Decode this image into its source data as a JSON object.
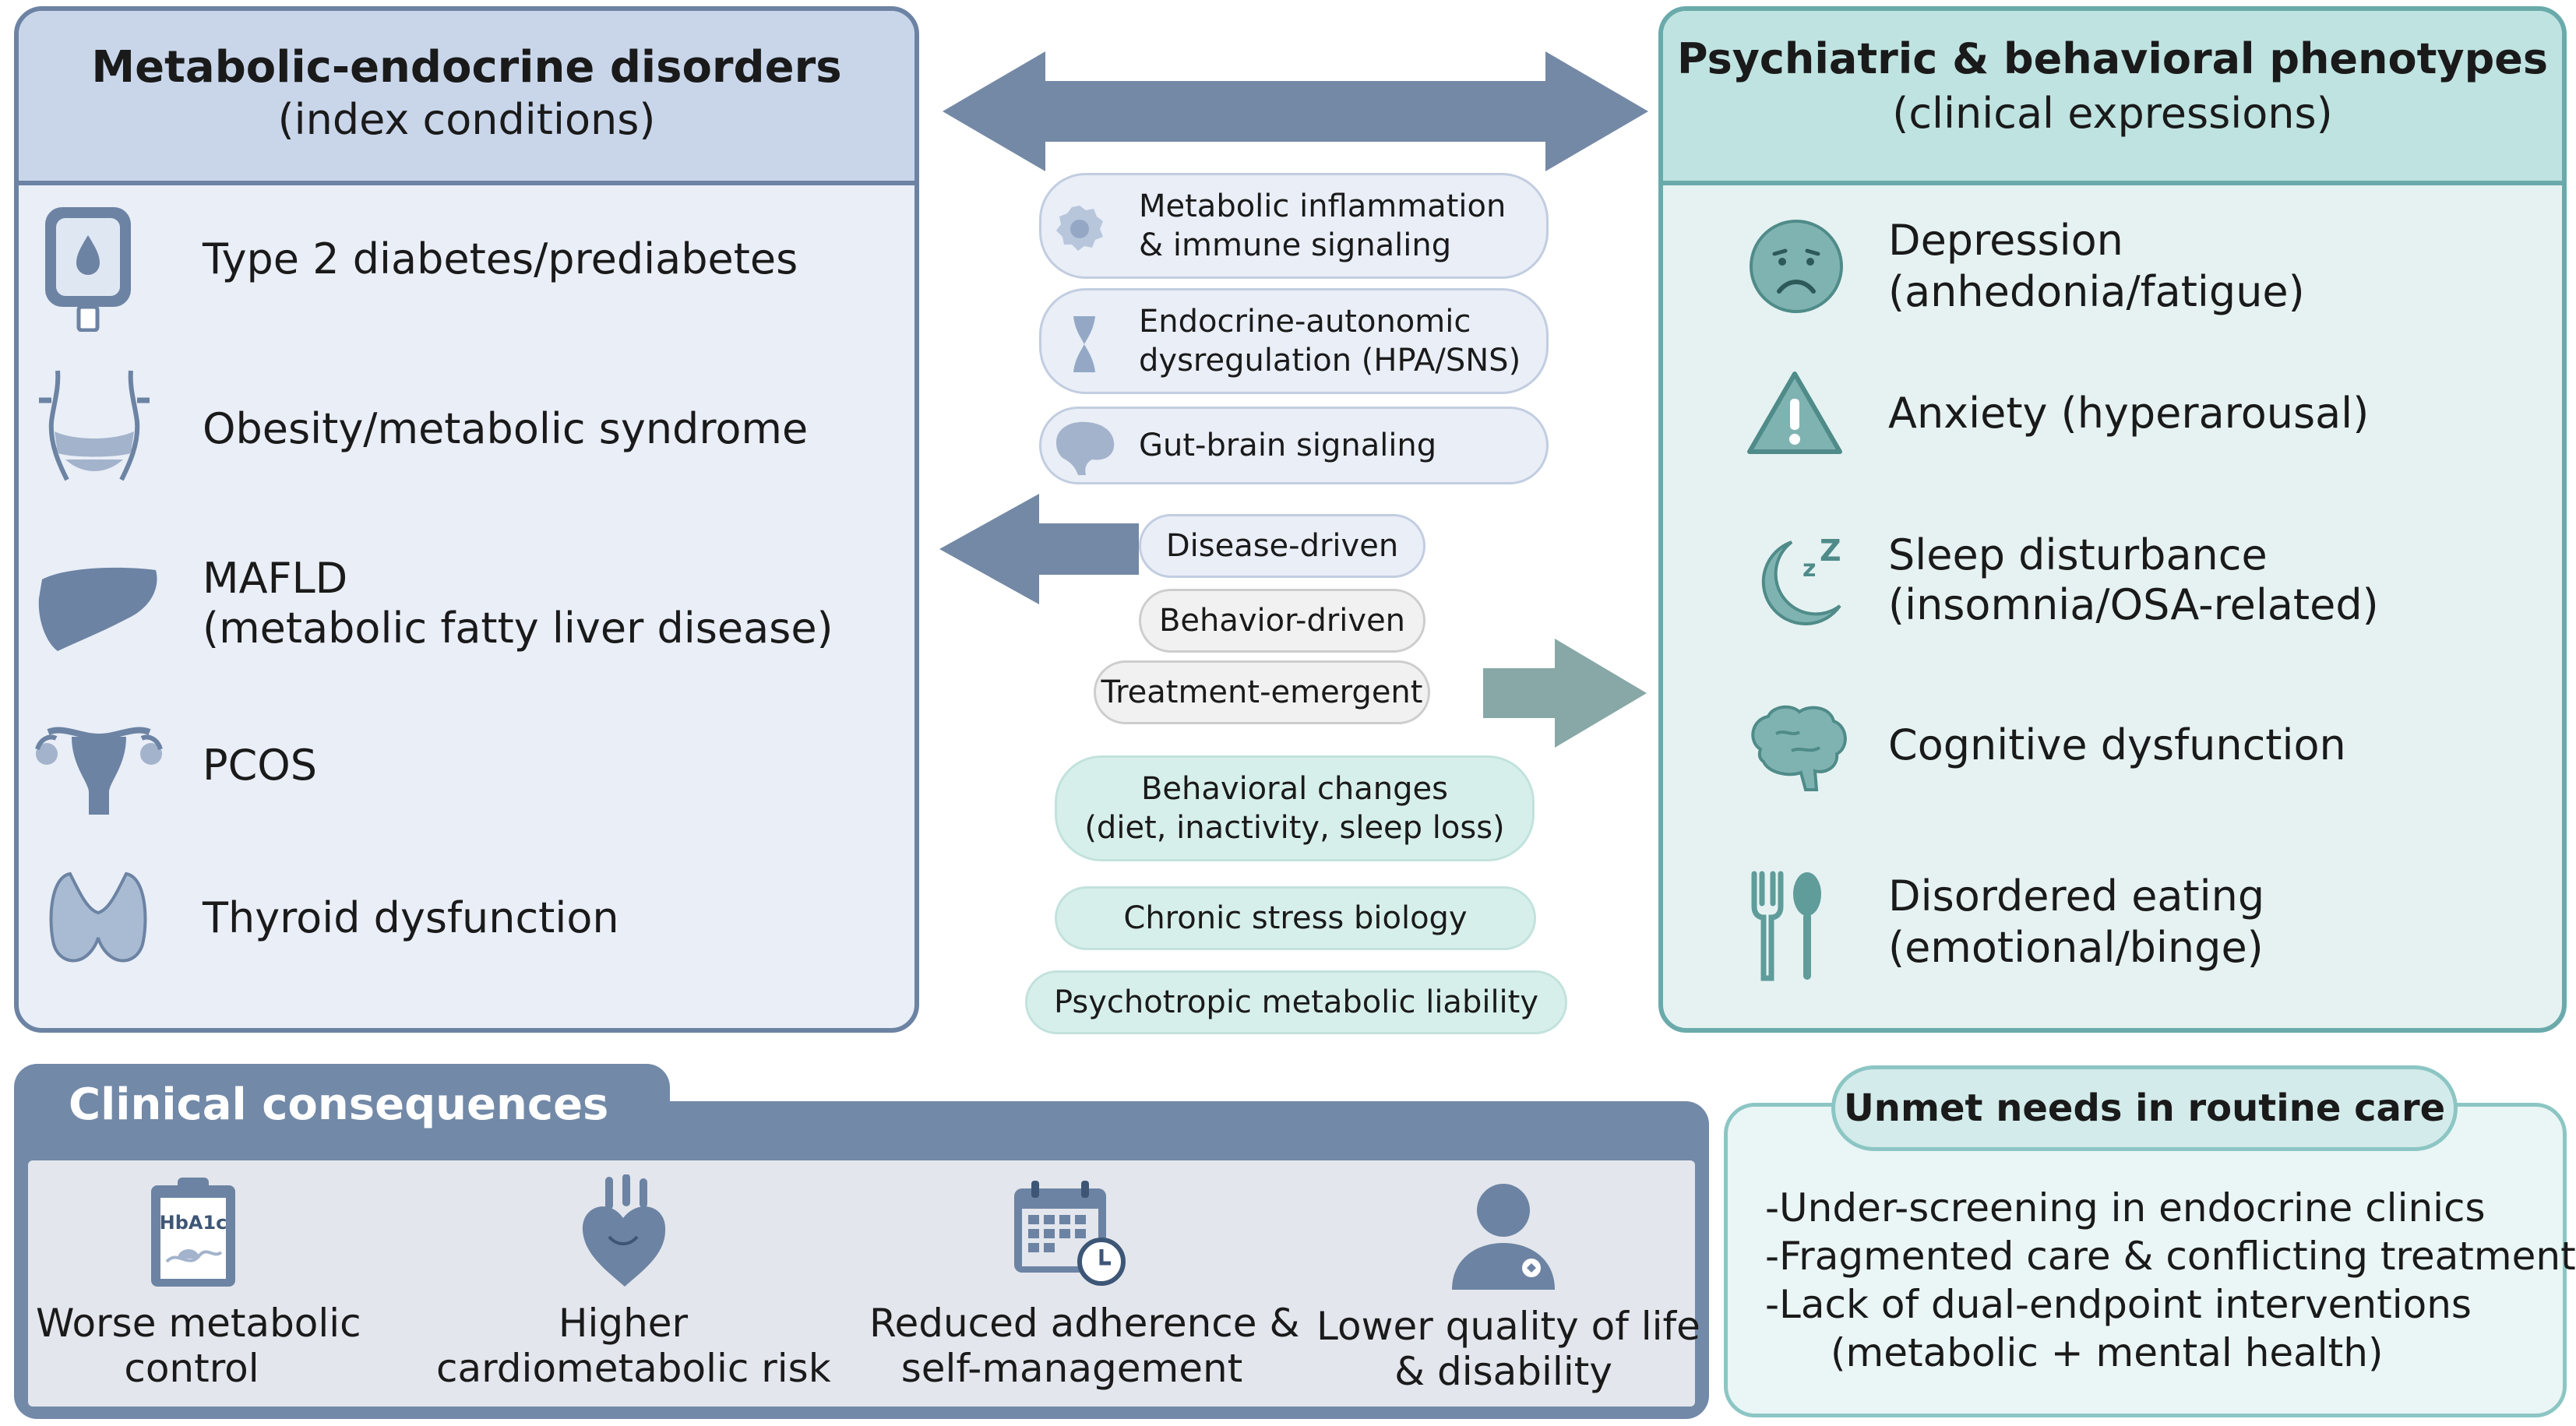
{
  "colors": {
    "slate_blue": "#6c83a3",
    "teal": "#6aaaab",
    "arrow_blue": "#7489a6",
    "arrow_teal": "#87a8a6"
  },
  "left": {
    "title": "Metabolic-endocrine disorders",
    "subtitle": "(index conditions)",
    "items": [
      {
        "icon": "glucometer-icon",
        "lines": [
          "Type 2 diabetes/prediabetes"
        ]
      },
      {
        "icon": "waist-icon",
        "lines": [
          "Obesity/metabolic syndrome"
        ]
      },
      {
        "icon": "liver-icon",
        "lines": [
          "MAFLD",
          "(metabolic fatty liver disease)"
        ]
      },
      {
        "icon": "uterus-icon",
        "lines": [
          "PCOS"
        ]
      },
      {
        "icon": "thyroid-icon",
        "lines": [
          "Thyroid dysfunction"
        ]
      }
    ]
  },
  "right": {
    "title": "Psychiatric & behavioral phenotypes",
    "subtitle": "(clinical expressions)",
    "items": [
      {
        "icon": "sad-face-icon",
        "lines": [
          "Depression",
          "(anhedonia/fatigue)"
        ]
      },
      {
        "icon": "warning-icon",
        "lines": [
          "Anxiety (hyperarousal)"
        ]
      },
      {
        "icon": "moon-sleep-icon",
        "lines": [
          "Sleep disturbance",
          "(insomnia/OSA-related)"
        ]
      },
      {
        "icon": "brain-icon",
        "lines": [
          "Cognitive dysfunction"
        ]
      },
      {
        "icon": "fork-spoon-icon",
        "lines": [
          "Disordered eating",
          "(emotional/binge)"
        ]
      }
    ]
  },
  "mechanisms": [
    {
      "icon": "cell-icon",
      "lines": [
        "Metabolic inflammation",
        "& immune signaling"
      ]
    },
    {
      "icon": "hourglass-icon",
      "lines": [
        "Endocrine-autonomic",
        "dysregulation (HPA/SNS)"
      ]
    },
    {
      "icon": "stomach-icon",
      "lines": [
        "Gut-brain signaling"
      ]
    }
  ],
  "pathways": [
    "Disease-driven",
    "Behavior-driven",
    "Treatment-emergent"
  ],
  "factors": [
    {
      "lines": [
        "Behavioral changes",
        "(diet, inactivity, sleep loss)"
      ]
    },
    {
      "lines": [
        "Chronic stress biology"
      ]
    },
    {
      "lines": [
        "Psychotropic metabolic liability"
      ]
    }
  ],
  "consequences": {
    "title": "Clinical consequences",
    "items": [
      {
        "icon": "clipboard-icon",
        "icon_text": "HbA1c",
        "lines": [
          "Worse metabolic",
          "control"
        ]
      },
      {
        "icon": "heart-icon",
        "lines": [
          "Higher",
          "cardiometabolic risk"
        ]
      },
      {
        "icon": "calendar-icon",
        "lines": [
          "Reduced adherence &",
          "self-management"
        ]
      },
      {
        "icon": "person-icon",
        "lines": [
          "Lower quality of life",
          "& disability"
        ]
      }
    ]
  },
  "unmet": {
    "title": "Unmet needs in routine care",
    "lines": [
      "-Under-screening in endocrine clinics",
      "-Fragmented care & conflicting treatments",
      "-Lack of dual-endpoint interventions",
      "(metabolic + mental health)"
    ]
  }
}
